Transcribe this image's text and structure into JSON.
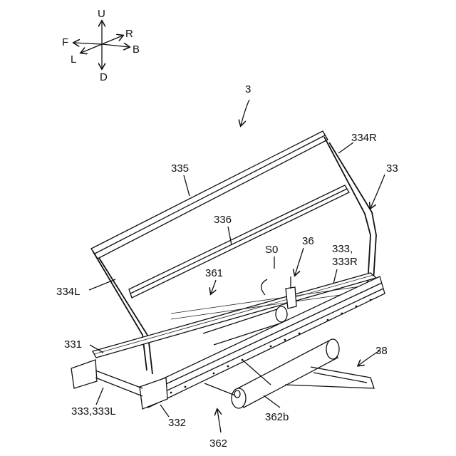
{
  "compass": {
    "up": "U",
    "down": "D",
    "front": "F",
    "back": "B",
    "left": "L",
    "right": "R"
  },
  "labels": {
    "l3": "3",
    "l334R": "334R",
    "l33": "33",
    "l335": "335",
    "l336": "336",
    "l36": "36",
    "lS0": "S0",
    "l333": "333,",
    "l333R": "333R",
    "l361": "361",
    "l334L": "334L",
    "l331": "331",
    "l38": "38",
    "l333L": "333,333L",
    "l332": "332",
    "l362b": "362b",
    "l362": "362"
  }
}
